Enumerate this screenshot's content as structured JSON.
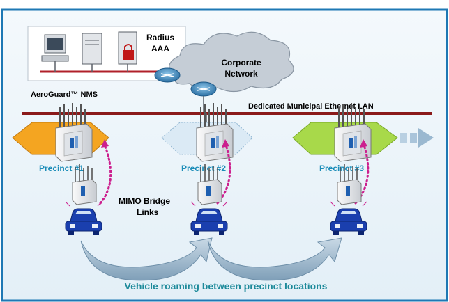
{
  "diagram": {
    "labels": {
      "radius": "Radius",
      "aaa": "AAA",
      "nms": "AeroGuard™ NMS",
      "corporate_line1": "Corporate",
      "corporate_line2": "Network",
      "lan": "Dedicated Municipal Ethernet LAN",
      "precinct1": "Precinct #1",
      "precinct2": "Precinct #2",
      "precinct3": "Precinct #3",
      "mimo_line1": "MIMO Bridge",
      "mimo_line2": "Links",
      "caption": "Vehicle roaming between precinct locations"
    },
    "colors": {
      "background": "#eef6fb",
      "frame": "#1e78b4",
      "lan": "#8b1a1a",
      "nms_bus": "#b0202a",
      "precinct_text": "#1a8cb8",
      "caption_text": "#1d8a9a",
      "precinct1_fill": "#f4a521",
      "precinct2_fill": "#c9dff0",
      "precinct3_fill": "#a8d94a",
      "link_dots": "#cc1f8e",
      "car": "#1a3fae",
      "arrow": "#9ab8d0",
      "cloud": "#c5cdd6",
      "router": "#3a88c0"
    },
    "icons": [
      "workstation-icon",
      "server-icon",
      "locked-server-icon",
      "router-icon",
      "cloud-icon",
      "access-point-icon",
      "police-car-icon",
      "roaming-arrow-icon",
      "expansion-arrow-icon"
    ]
  }
}
